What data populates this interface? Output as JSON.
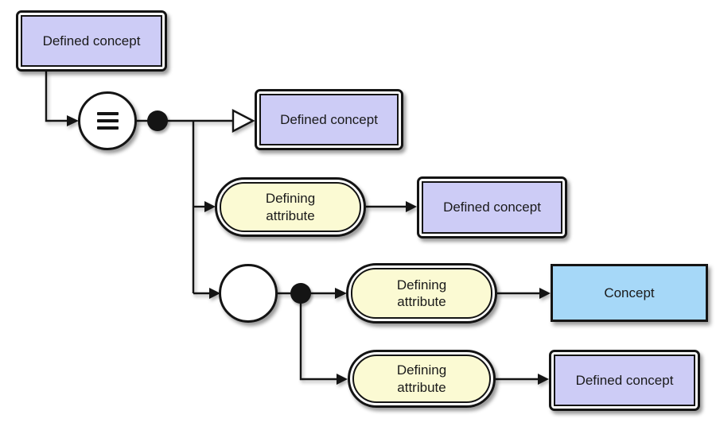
{
  "colors": {
    "defined_concept_fill": "#cdccf6",
    "concept_fill": "#a6d8f8",
    "defining_attribute_fill": "#fbfad3",
    "line_color": "#141414",
    "background": "#ffffff"
  },
  "icons": {
    "equivalence_icon": "≡",
    "role_group_icon": "",
    "isa_arrowhead": "hollow-triangle",
    "attribute_arrowhead": "filled-triangle",
    "conjunction_dot": "filled-circle"
  },
  "nodes": {
    "source": {
      "label": "Defined concept",
      "type": "defined-concept"
    },
    "isa_target": {
      "label": "Defined concept",
      "type": "defined-concept"
    },
    "attr_row2": {
      "label": "Defining attribute",
      "type": "defining-attribute"
    },
    "target_row2": {
      "label": "Defined concept",
      "type": "defined-concept"
    },
    "attr_row3": {
      "label": "Defining attribute",
      "type": "defining-attribute"
    },
    "target_row3": {
      "label": "Concept",
      "type": "primitive-concept"
    },
    "attr_row4": {
      "label": "Defining attribute",
      "type": "defining-attribute"
    },
    "target_row4": {
      "label": "Defined concept",
      "type": "defined-concept"
    }
  }
}
